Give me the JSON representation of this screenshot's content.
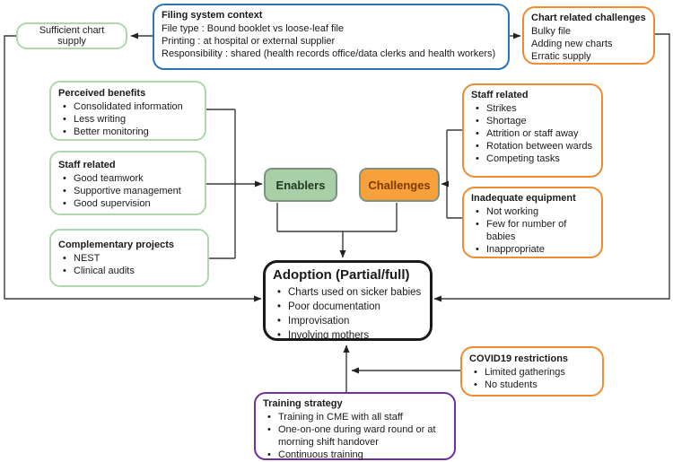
{
  "diagram": {
    "boxes": {
      "sufficient_supply": {
        "label": "Sufficient chart supply"
      },
      "filing_context": {
        "title": "Filing system context",
        "lines": [
          "File type : Bound booklet vs loose-leaf file",
          "Printing : at hospital or external supplier",
          "Responsibility : shared (health records office/data clerks and health workers)"
        ]
      },
      "chart_challenges": {
        "title": "Chart related challenges",
        "lines": [
          "Bulky file",
          "Adding new charts",
          "Erratic supply"
        ]
      },
      "perceived_benefits": {
        "title": "Perceived benefits",
        "items": [
          "Consolidated information",
          "Less writing",
          "Better monitoring"
        ]
      },
      "staff_enablers": {
        "title": "Staff related",
        "items": [
          "Good teamwork",
          "Supportive management",
          "Good supervision"
        ]
      },
      "complementary_projects": {
        "title": "Complementary projects",
        "items": [
          "NEST",
          "Clinical audits"
        ]
      },
      "enablers": {
        "label": "Enablers"
      },
      "challenges": {
        "label": "Challenges"
      },
      "staff_challenges": {
        "title": "Staff related",
        "items": [
          "Strikes",
          "Shortage",
          "Attrition or staff away",
          "Rotation between wards",
          "Competing tasks"
        ]
      },
      "inadequate_equipment": {
        "title": "Inadequate equipment",
        "items": [
          "Not working",
          "Few for number of babies",
          "Inappropriate"
        ]
      },
      "adoption": {
        "title": "Adoption (Partial/full)",
        "items": [
          "Charts used on sicker babies",
          "Poor documentation",
          "Improvisation",
          "Involving mothers"
        ]
      },
      "covid_restrictions": {
        "title": "COVID19 restrictions",
        "items": [
          "Limited gatherings",
          "No students"
        ]
      },
      "training_strategy": {
        "title": "Training strategy",
        "items": [
          "Training in CME with all staff",
          "One-on-one during ward round or at morning shift handover",
          "Continuous training"
        ]
      }
    },
    "colors": {
      "context_blue": "#2E75B6",
      "challenge_orange": "#EF8C31",
      "enabler_light_green": "#ACD8AC",
      "enabler_fill": "#A9CFA9",
      "pill_border": "#7E937E",
      "challenge_fill": "#F8A13C",
      "challenge_text": "#7C3A00",
      "training_purple": "#7030A0",
      "adoption_black": "#1A1A1A",
      "line": "#3A3A3A"
    }
  }
}
